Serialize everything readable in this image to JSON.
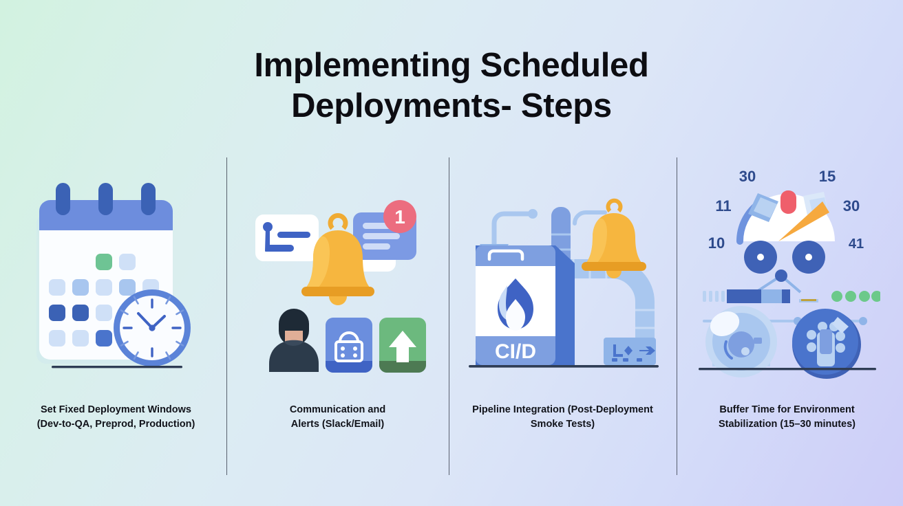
{
  "slide": {
    "title_line1": "Implementing Scheduled",
    "title_line2": "Deployments- Steps",
    "background_gradient_from": "#d2f2e0",
    "background_gradient_to": "#cdcdf8",
    "title_color": "#0d0d12",
    "divider_color": "#3c4250"
  },
  "steps": [
    {
      "id": "fixed-deployment-windows",
      "caption_line1": "Set Fixed Deployment Windows",
      "caption_line2": "(Dev-to-QA, Preprod, Production)",
      "illustration": "calendar-clock-illustration",
      "icons": [
        "calendar-icon",
        "clock-icon"
      ],
      "colors": {
        "calendar_header": "#6d8ddd",
        "calendar_body": "#fbfdff",
        "cell_light": "#cfe0f7",
        "cell_mid": "#a8c6ef",
        "cell_dark": "#3b62b5",
        "cell_accent": "#6ec494",
        "clock_rim": "#5b83d8",
        "ring": "#3b62b5"
      }
    },
    {
      "id": "communication-and-alerts",
      "caption_line1": "Communication and",
      "caption_line2": "Alerts (Slack/Email)",
      "illustration": "notification-bell-illustration",
      "icons": [
        "bell-icon",
        "message-card-icon",
        "notification-badge-icon",
        "person-icon",
        "basket-app-icon",
        "arrow-app-icon"
      ],
      "badge_count": "1",
      "colors": {
        "bell": "#f6b63f",
        "bell_dark": "#e79d24",
        "badge": "#ec6d7f",
        "card_blue": "#7c9ae4",
        "card_white": "#ffffff",
        "person": "#2c3b4b",
        "app_blue": "#6b8ede",
        "app_green": "#6cb97e"
      }
    },
    {
      "id": "pipeline-integration",
      "caption_line1": "Pipeline Integration (Post-Deployment",
      "caption_line2": "Smoke Tests)",
      "illustration": "cicd-machine-illustration",
      "machine_label": "CI/D",
      "icons": [
        "flame-icon",
        "bell-icon",
        "lamp-icon",
        "pipe-icon"
      ],
      "colors": {
        "machine_body": "#7e9fe0",
        "machine_side": "#4a74cc",
        "screen": "#ffffff",
        "flame_dark": "#3f63c4",
        "flame_light": "#c9dcf7",
        "pipe": "#a9c7ef",
        "bell": "#f6b63f",
        "ground": "#2f3d55"
      }
    },
    {
      "id": "buffer-time-stabilization",
      "caption_line1": "Buffer Time for Environment",
      "caption_line2": "Stabilization (15–30 minutes)",
      "illustration": "gauge-dashboard-illustration",
      "gauge_labels": [
        "30",
        "15",
        "11",
        "30",
        "10",
        "41"
      ],
      "icons": [
        "gauge-icon",
        "dial-icon",
        "progress-bar-icon",
        "status-dots-icon"
      ],
      "colors": {
        "gauge_face": "#ffffff",
        "gauge_arc": "#6f93de",
        "needle": "#f6a93f",
        "marker_red": "#ef5f6b",
        "label": "#2d4a8c",
        "dial_dark": "#3f62b6",
        "dial_light": "#b9d2f2",
        "dots_green": "#6cc98a"
      }
    }
  ]
}
